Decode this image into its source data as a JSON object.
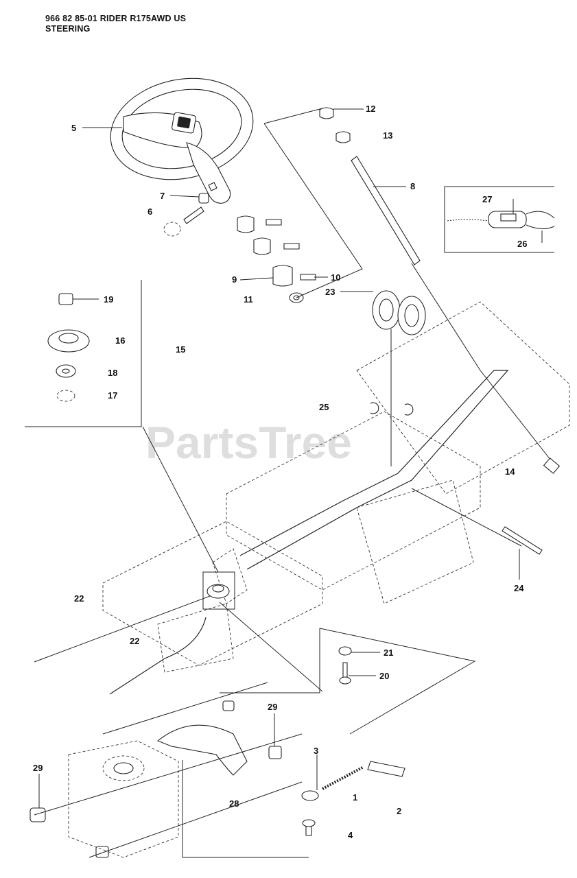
{
  "header": {
    "line1": "966 82 85-01 RIDER R175AWD US",
    "line2": "STEERING"
  },
  "watermark": "PartsTree",
  "callouts": [
    {
      "num": "1"
    },
    {
      "num": "2"
    },
    {
      "num": "3"
    },
    {
      "num": "4"
    },
    {
      "num": "5"
    },
    {
      "num": "6"
    },
    {
      "num": "7"
    },
    {
      "num": "8"
    },
    {
      "num": "9"
    },
    {
      "num": "10"
    },
    {
      "num": "11"
    },
    {
      "num": "12"
    },
    {
      "num": "13"
    },
    {
      "num": "14"
    },
    {
      "num": "15"
    },
    {
      "num": "16"
    },
    {
      "num": "17"
    },
    {
      "num": "18"
    },
    {
      "num": "19"
    },
    {
      "num": "20"
    },
    {
      "num": "21"
    },
    {
      "num": "22"
    },
    {
      "num": "22"
    },
    {
      "num": "23"
    },
    {
      "num": "24"
    },
    {
      "num": "25"
    },
    {
      "num": "26"
    },
    {
      "num": "27"
    },
    {
      "num": "28"
    },
    {
      "num": "29"
    },
    {
      "num": "29"
    }
  ]
}
